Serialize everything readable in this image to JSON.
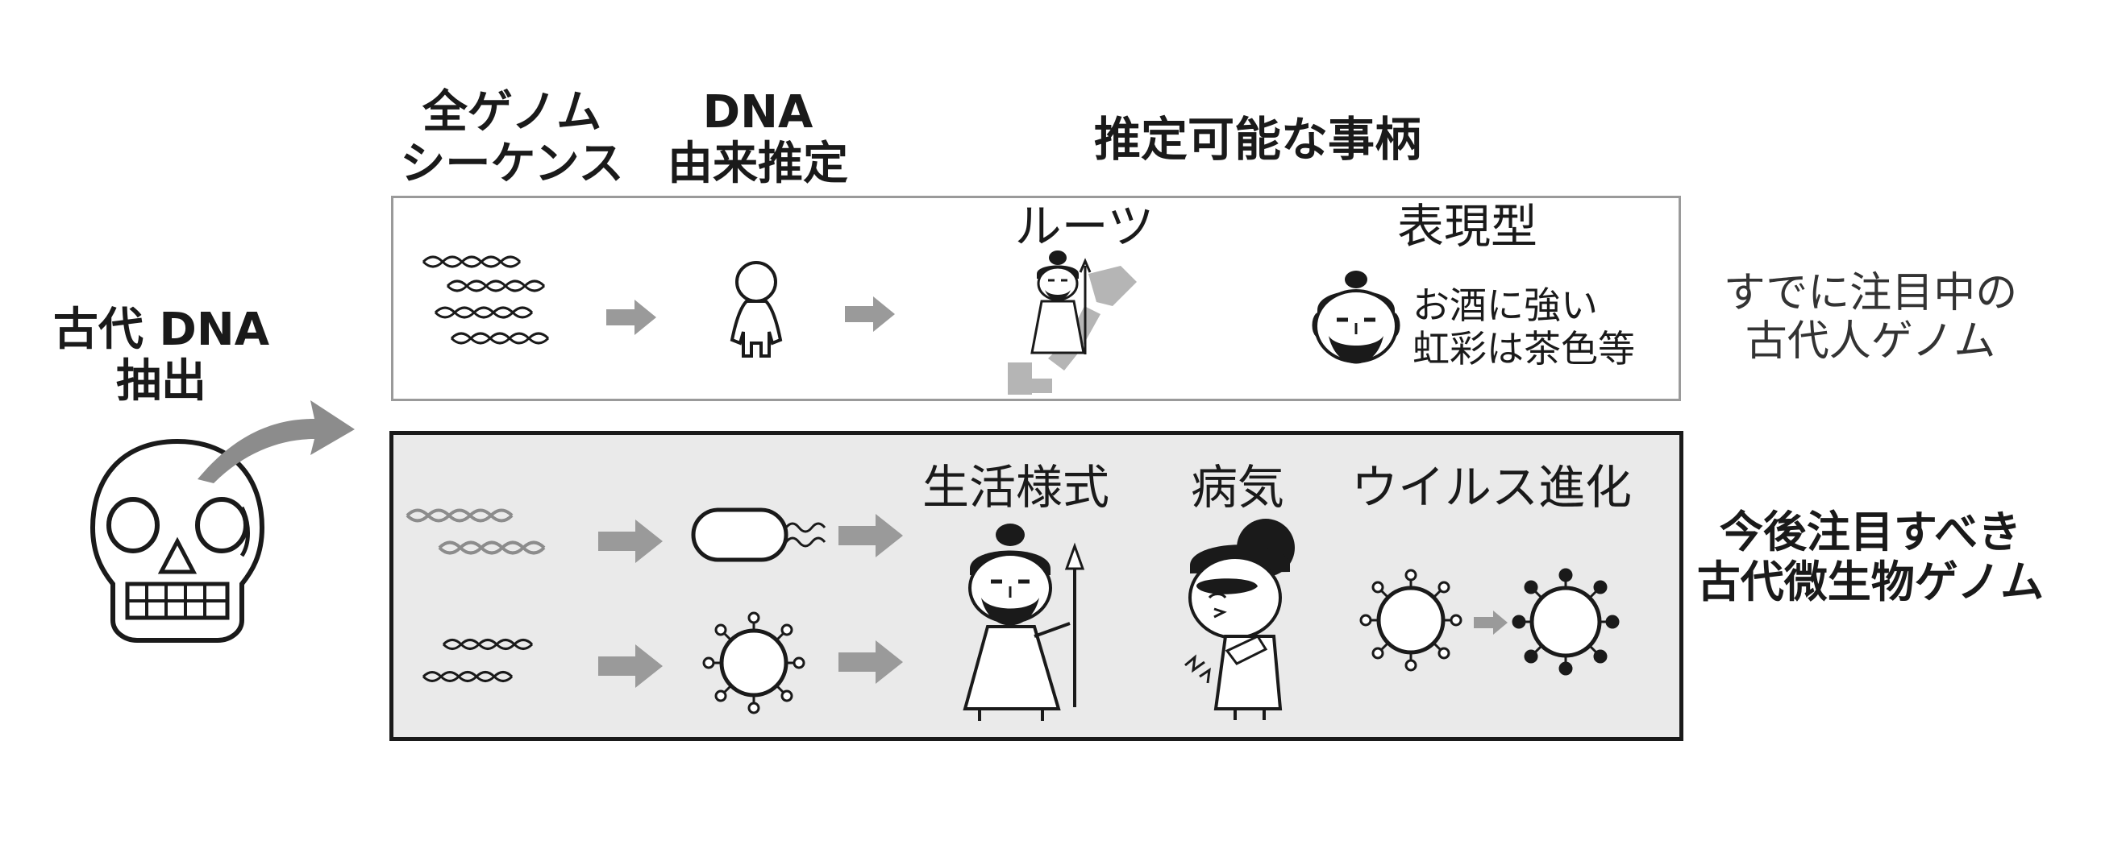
{
  "left": {
    "line1": "古代 DNA",
    "line2": "抽出"
  },
  "headers": {
    "col1_line1": "全ゲノム",
    "col1_line2": "シーケンス",
    "col2_line1": "DNA",
    "col2_line2": "由来推定",
    "col3": "推定可能な事柄"
  },
  "top_panel": {
    "roots": "ルーツ",
    "phenotype": "表現型",
    "trait1": "お酒に強い",
    "trait2": "虹彩は茶色等"
  },
  "bottom_panel": {
    "lifestyle": "生活様式",
    "disease": "病気",
    "virus_evolution": "ウイルス進化"
  },
  "side_labels": {
    "current_line1": "すでに注目中の",
    "current_line2": "古代人ゲノム",
    "future_line1": "今後注目すべき",
    "future_line2": "古代微生物ゲノム"
  },
  "colors": {
    "dark": "#1a1a1a",
    "arrow_gray": "#9a9a9a",
    "panel_bg": "#eaeaea",
    "top_border": "#9a9a9a"
  }
}
